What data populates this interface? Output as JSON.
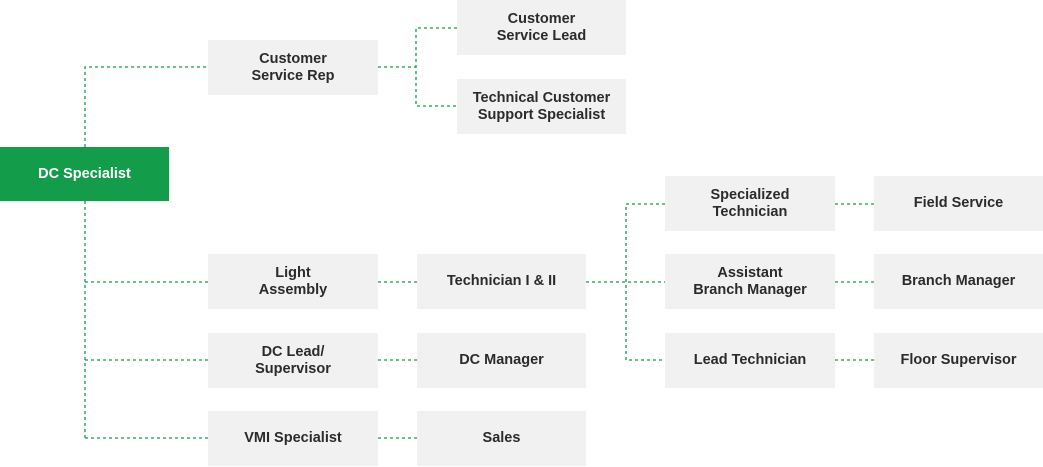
{
  "colors": {
    "root_fill": "#139c4a",
    "node_fill": "#f1f1f1",
    "connector": "#139c4a",
    "text": "#2b2b2b",
    "root_text": "#ffffff"
  },
  "nodes": {
    "dc_specialist": "DC Specialist",
    "customer_service_rep": "Customer\nService Rep",
    "customer_service_lead": "Customer\nService Lead",
    "technical_customer_support_specialist": "Technical Customer\nSupport Specialist",
    "light_assembly": "Light\nAssembly",
    "technician_i_ii": "Technician I & II",
    "specialized_technician": "Specialized\nTechnician",
    "field_service": "Field Service",
    "assistant_branch_manager": "Assistant\nBranch Manager",
    "branch_manager": "Branch Manager",
    "lead_technician": "Lead Technician",
    "floor_supervisor": "Floor Supervisor",
    "dc_lead_supervisor": "DC Lead/\nSupervisor",
    "dc_manager": "DC Manager",
    "vmi_specialist": "VMI Specialist",
    "sales": "Sales"
  }
}
